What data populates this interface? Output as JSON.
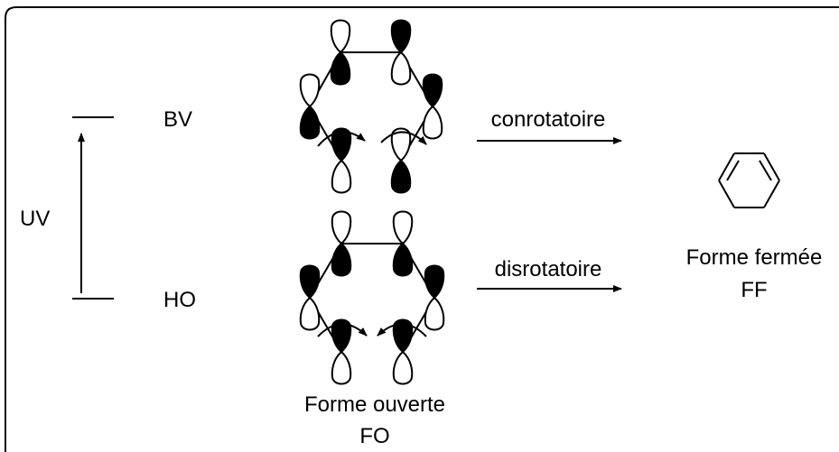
{
  "energy_levels": {
    "upper_label": "BV",
    "lower_label": "HO",
    "transition_label": "UV"
  },
  "reactions": {
    "conrotatory_label": "conrotatoire",
    "disrotatory_label": "disrotatoire"
  },
  "open_form": {
    "name": "Forme ouverte",
    "abbreviation": "FO"
  },
  "closed_form": {
    "name": "Forme fermée",
    "abbreviation": "FF"
  }
}
